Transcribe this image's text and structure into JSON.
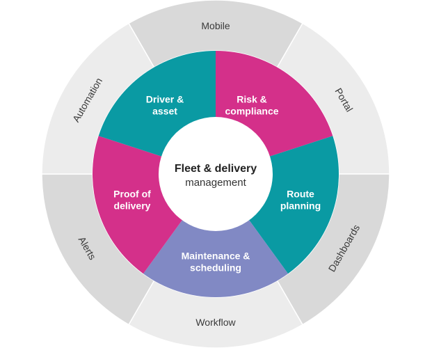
{
  "center": {
    "title": "Fleet & delivery",
    "subtitle": "management"
  },
  "inner_segments": [
    {
      "id": "risk",
      "lines": [
        "Risk &",
        "compliance"
      ],
      "color": "#d4308a"
    },
    {
      "id": "route",
      "lines": [
        "Route",
        "planning"
      ],
      "color": "#0a9aa3"
    },
    {
      "id": "maintenance",
      "lines": [
        "Maintenance &",
        "scheduling"
      ],
      "color": "#8189c4"
    },
    {
      "id": "proof",
      "lines": [
        "Proof of",
        "delivery"
      ],
      "color": "#d4308a"
    },
    {
      "id": "driver",
      "lines": [
        "Driver &",
        "asset"
      ],
      "color": "#0a9aa3"
    }
  ],
  "outer_segments": [
    {
      "id": "mobile",
      "label": "Mobile",
      "color": "#d9d9d9"
    },
    {
      "id": "portal",
      "label": "Portal",
      "color": "#ececec"
    },
    {
      "id": "dashboards",
      "label": "Dashboards",
      "color": "#d9d9d9"
    },
    {
      "id": "workflow",
      "label": "Workflow",
      "color": "#ececec"
    },
    {
      "id": "alerts",
      "label": "Alerts",
      "color": "#d9d9d9"
    },
    {
      "id": "automation",
      "label": "Automation",
      "color": "#ececec"
    }
  ]
}
